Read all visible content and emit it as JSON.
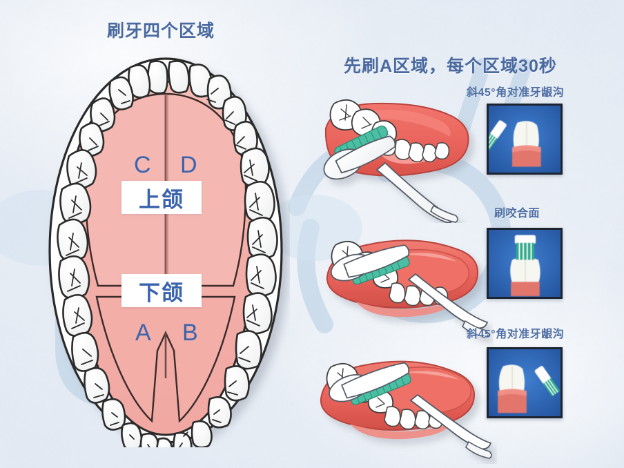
{
  "meta": {
    "subject": "toothbrushing-technique-infographic",
    "language": "zh-CN",
    "background_color": "#eaeff6",
    "heading_color": "#49699f",
    "label_color": "#3a63ad",
    "gum_color": "#f2a7a2",
    "palate_color": "#f4b3ae",
    "tooth_color": "#ffffff",
    "inset_background_color": "#2a5fb0",
    "bristle_color": "#2fa98a"
  },
  "left_panel": {
    "title": "刷牙四个区域",
    "diagram_name": "dental-arch-quadrant-map",
    "quadrants": [
      {
        "id": "C",
        "label": "C",
        "position": "upper-left"
      },
      {
        "id": "D",
        "label": "D",
        "position": "upper-right"
      },
      {
        "id": "A",
        "label": "A",
        "position": "lower-left"
      },
      {
        "id": "B",
        "label": "B",
        "position": "lower-right"
      }
    ],
    "jaw_labels": [
      {
        "id": "upper",
        "label": "上颌"
      },
      {
        "id": "lower",
        "label": "下颌"
      }
    ]
  },
  "right_panel": {
    "title": "先刷A区域，每个区域30秒",
    "steps": [
      {
        "id": "step-1",
        "caption": "斜45°角对准牙龈沟",
        "illustration": "upper-jaw-brush-45-degree",
        "inset": "closeup-brush-angled-left-at-gumline"
      },
      {
        "id": "step-2",
        "caption": "刷咬合面",
        "illustration": "lower-jaw-brush-occlusal",
        "inset": "closeup-brush-vertical-on-occlusal-surface"
      },
      {
        "id": "step-3",
        "caption": "斜45°角对准牙龈沟",
        "illustration": "lower-jaw-brush-45-degree",
        "inset": "closeup-brush-angled-right-at-gumline"
      }
    ]
  }
}
